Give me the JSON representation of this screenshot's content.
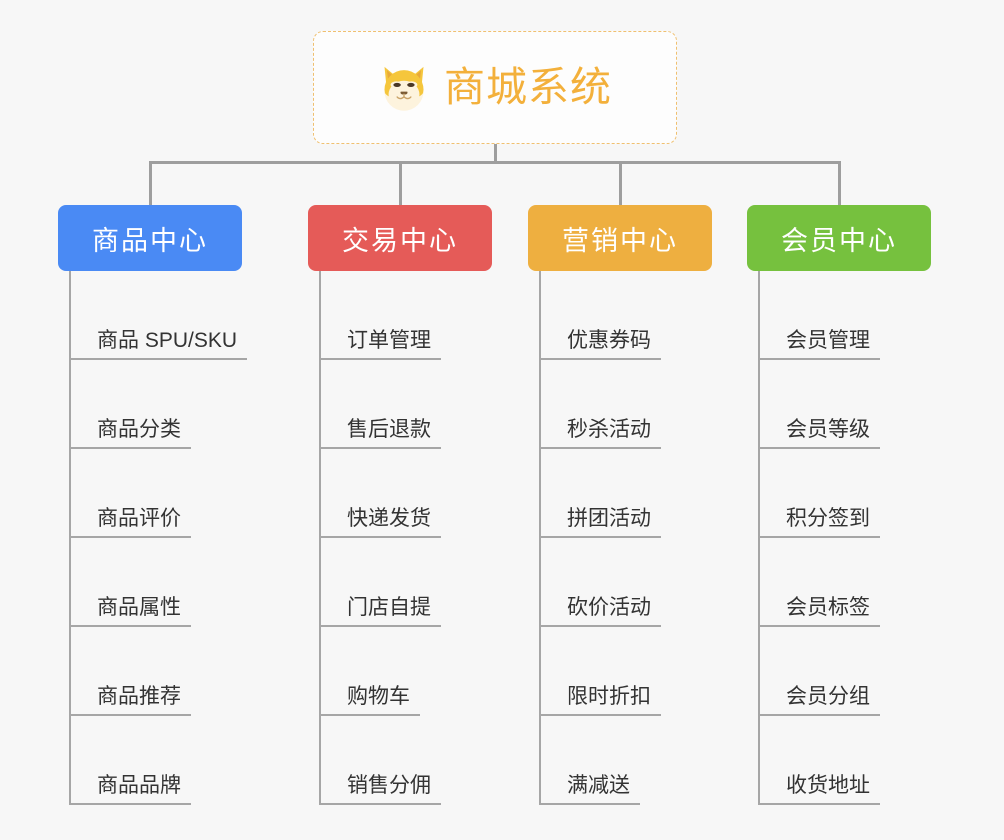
{
  "page": {
    "background_color": "#f7f7f7",
    "connector_color": "#9e9e9e",
    "leaf_text_color": "#333333"
  },
  "root": {
    "title": "商城系统",
    "icon": "shiba-dog-icon",
    "text_color": "#f3b03b",
    "border_color": "#f0c070",
    "background_color": "#fdfdfd"
  },
  "categories": [
    {
      "label": "商品中心",
      "color": "#4a8af4",
      "items": [
        "商品 SPU/SKU",
        "商品分类",
        "商品评价",
        "商品属性",
        "商品推荐",
        "商品品牌"
      ]
    },
    {
      "label": "交易中心",
      "color": "#e55b58",
      "items": [
        "订单管理",
        "售后退款",
        "快递发货",
        "门店自提",
        "购物车",
        "销售分佣"
      ]
    },
    {
      "label": "营销中心",
      "color": "#eeaf40",
      "items": [
        "优惠券码",
        "秒杀活动",
        "拼团活动",
        "砍价活动",
        "限时折扣",
        "满减送"
      ]
    },
    {
      "label": "会员中心",
      "color": "#76c13e",
      "items": [
        "会员管理",
        "会员等级",
        "积分签到",
        "会员标签",
        "会员分组",
        "收货地址"
      ]
    }
  ]
}
